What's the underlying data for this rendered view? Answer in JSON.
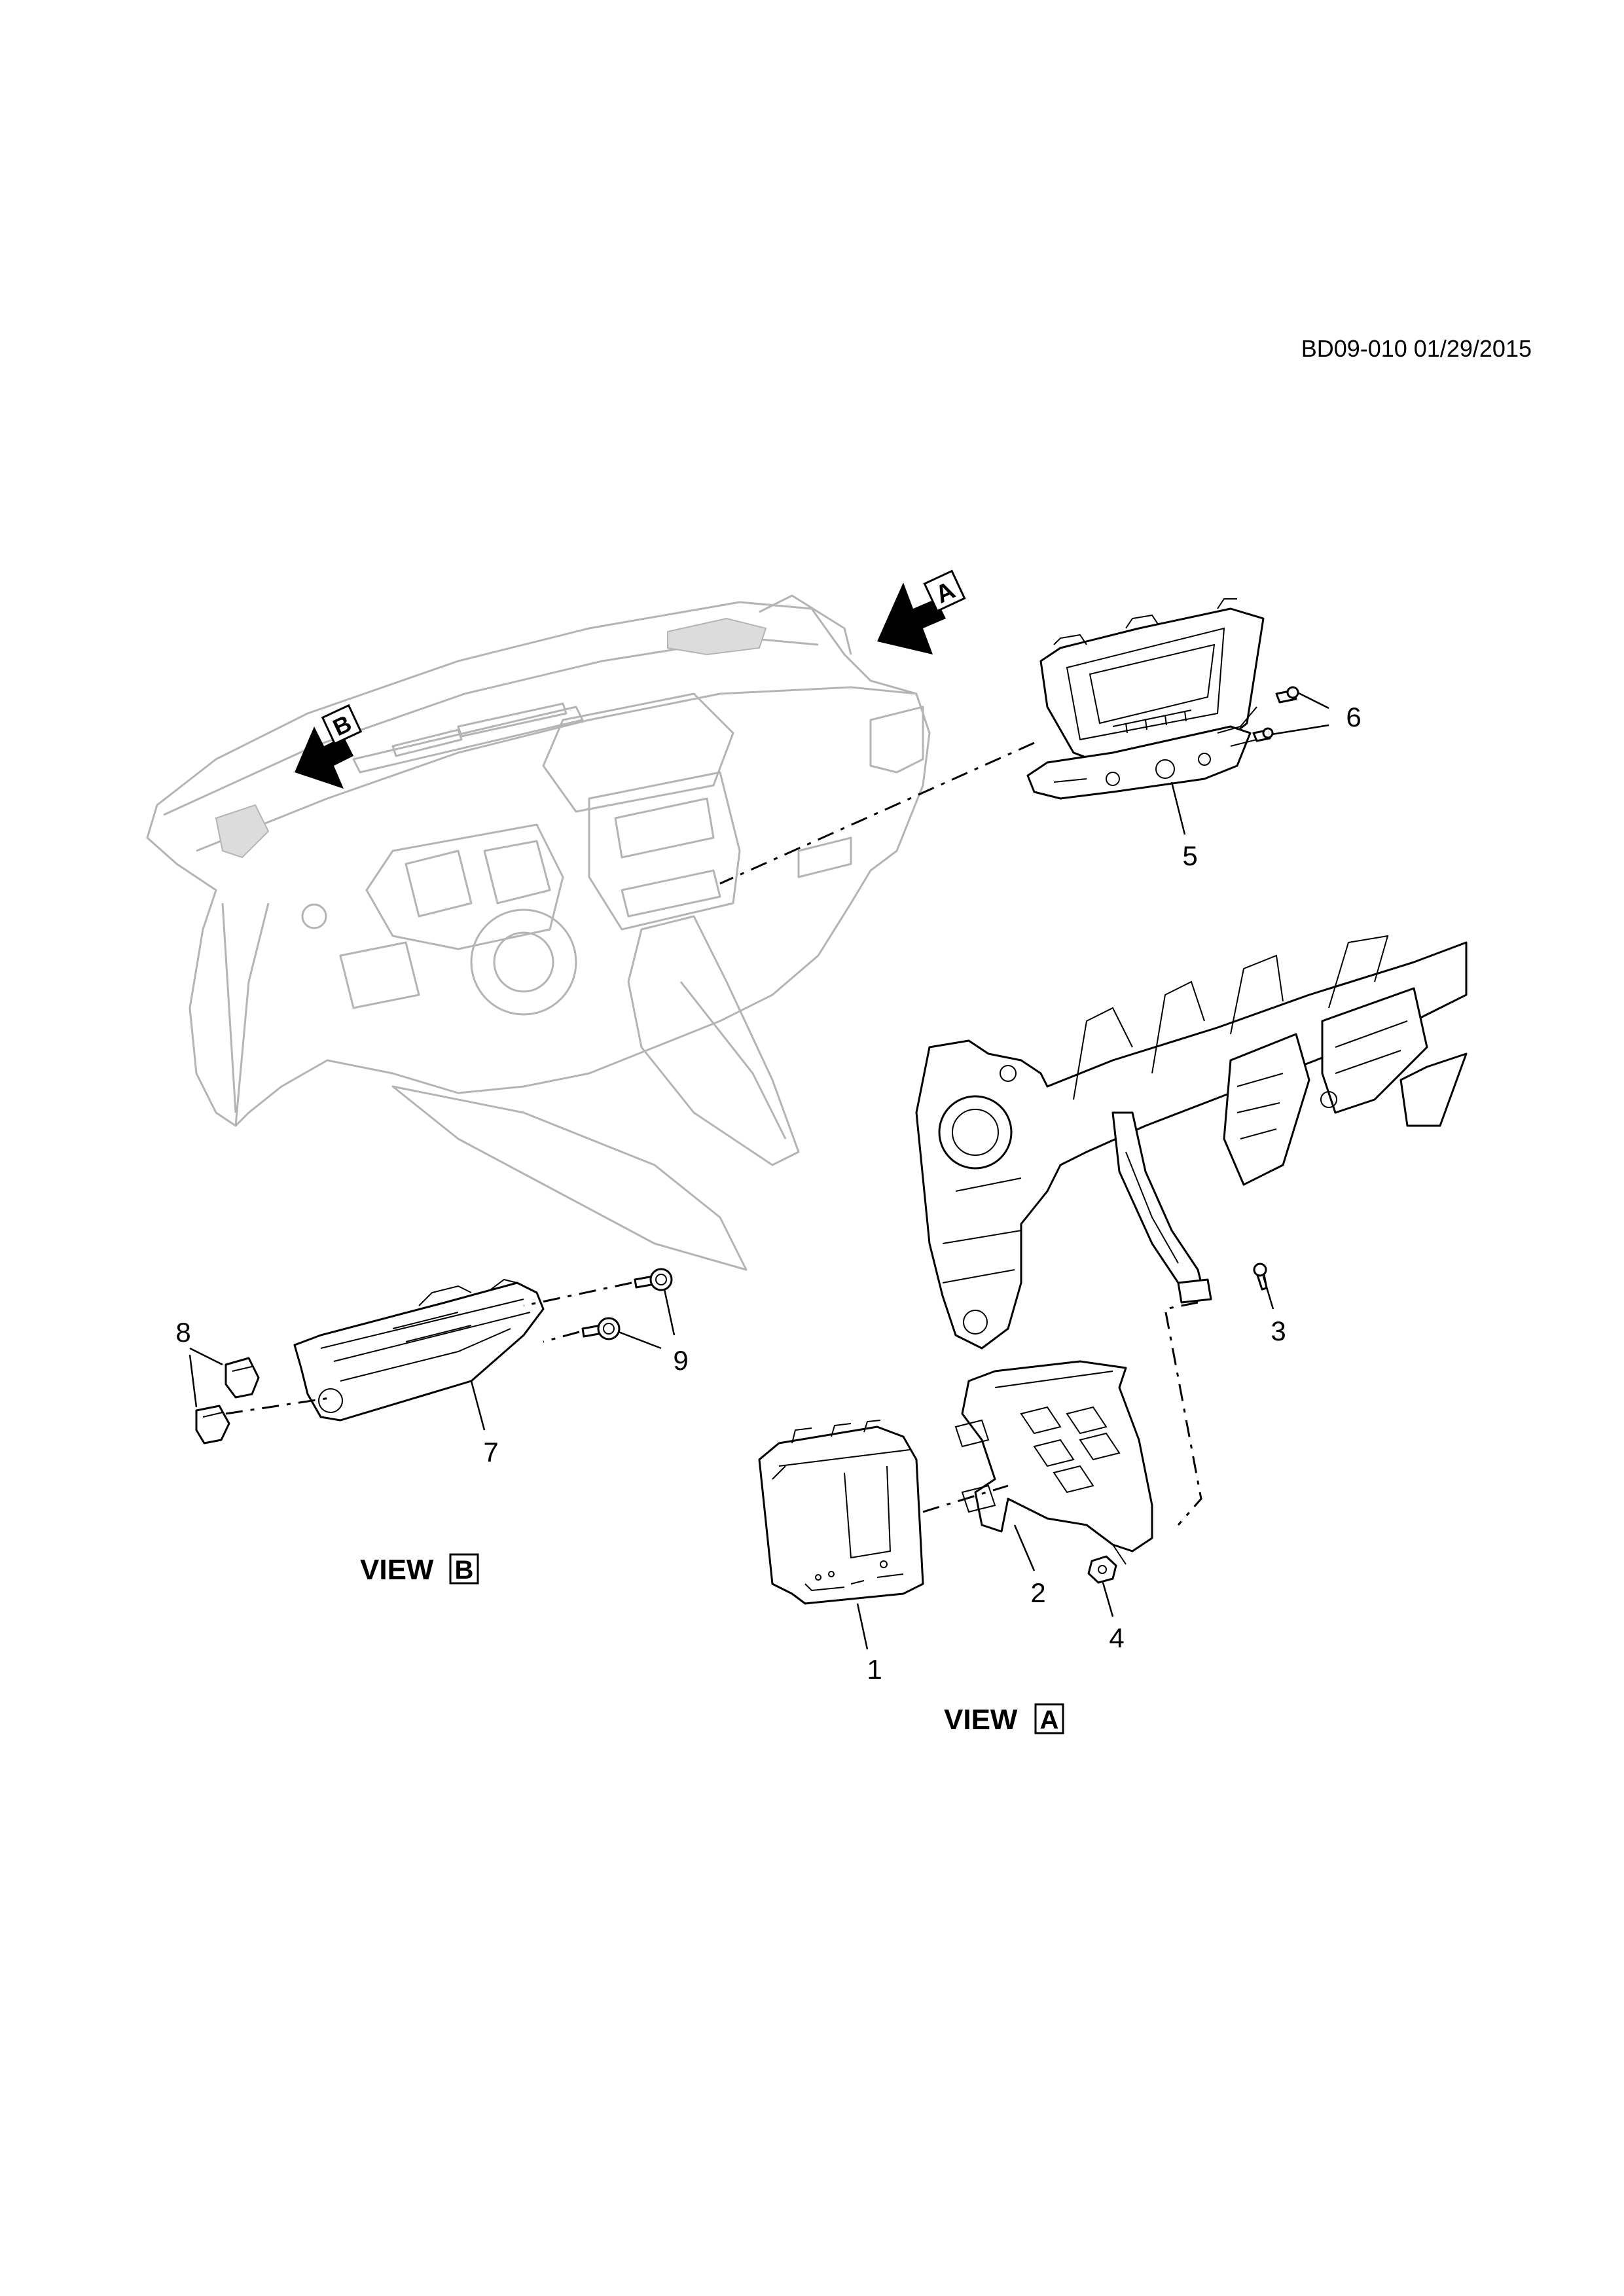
{
  "header": {
    "drawing_ref": "BD09-010 01/29/2015"
  },
  "callouts": [
    {
      "id": "1",
      "label": "1"
    },
    {
      "id": "2",
      "label": "2"
    },
    {
      "id": "3",
      "label": "3"
    },
    {
      "id": "4",
      "label": "4"
    },
    {
      "id": "5",
      "label": "5"
    },
    {
      "id": "6",
      "label": "6"
    },
    {
      "id": "7",
      "label": "7"
    },
    {
      "id": "8",
      "label": "8"
    },
    {
      "id": "9",
      "label": "9"
    }
  ],
  "views": {
    "a": {
      "word": "VIEW",
      "letter": "A"
    },
    "b": {
      "word": "VIEW",
      "letter": "B"
    }
  },
  "arrows": {
    "a": {
      "letter": "A"
    },
    "b": {
      "letter": "B"
    }
  }
}
